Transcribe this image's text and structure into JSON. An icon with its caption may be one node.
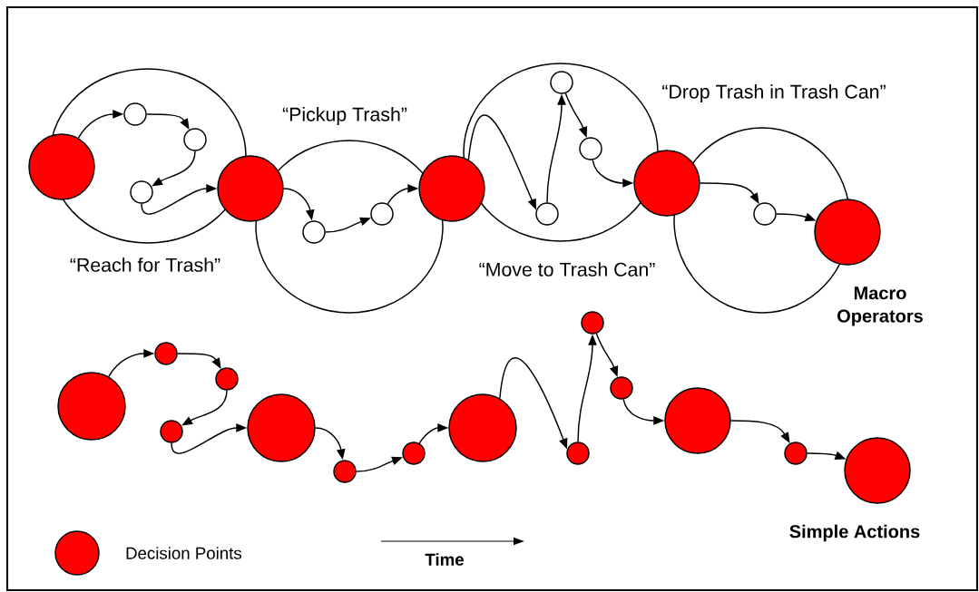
{
  "diagram": {
    "nodes": [
      {
        "text": [
          "“Reach for Trash”"
        ]
      },
      {
        "text": [
          "“Pickup Trash”"
        ]
      },
      {
        "text": [
          "“Move to Trash Can”"
        ]
      },
      {
        "text": [
          "“Drop Trash in Trash Can”"
        ]
      },
      {
        "text": [],
        "shape": "circle"
      },
      {
        "text": [],
        "shape": "circle"
      },
      {
        "text": [],
        "shape": "circle"
      },
      {
        "text": [],
        "shape": "circle"
      },
      {
        "text": [],
        "shape": "circle"
      },
      {
        "text": [],
        "shape": "circle",
        "in": 0
      },
      {
        "text": [],
        "shape": "circle",
        "in": 0
      },
      {
        "text": [],
        "shape": "circle",
        "in": 0
      },
      {
        "text": [],
        "shape": "circle",
        "in": 1
      },
      {
        "text": [],
        "shape": "circle",
        "in": 1
      },
      {
        "text": [],
        "shape": "circle",
        "in": 2
      },
      {
        "text": [],
        "shape": "circle",
        "in": 2
      },
      {
        "text": [],
        "shape": "circle",
        "in": 2
      },
      {
        "text": [],
        "shape": "circle",
        "in": 3
      },
      {
        "text": [],
        "shape": "circle"
      },
      {
        "text": [],
        "shape": "circle"
      },
      {
        "text": [],
        "shape": "circle"
      },
      {
        "text": [],
        "shape": "circle"
      },
      {
        "text": [],
        "shape": "circle"
      },
      {
        "text": [],
        "shape": "circle"
      },
      {
        "text": [],
        "shape": "circle"
      },
      {
        "text": [],
        "shape": "circle"
      },
      {
        "text": [],
        "shape": "circle"
      },
      {
        "text": [],
        "shape": "circle"
      },
      {
        "text": [],
        "shape": "circle"
      },
      {
        "text": [],
        "shape": "circle"
      },
      {
        "text": [],
        "shape": "circle"
      },
      {
        "text": [],
        "shape": "circle"
      }
    ],
    "edges": [
      {
        "from": 4,
        "to": 9,
        "arrow": "to"
      },
      {
        "from": 9,
        "to": 10,
        "arrow": "to"
      },
      {
        "from": 10,
        "to": 11,
        "arrow": "to"
      },
      {
        "from": 11,
        "to": 5,
        "arrow": "to"
      },
      {
        "from": 5,
        "to": 12,
        "arrow": "to"
      },
      {
        "from": 12,
        "to": 13,
        "arrow": "to"
      },
      {
        "from": 13,
        "to": 6,
        "arrow": "to"
      },
      {
        "from": 6,
        "to": 14,
        "arrow": "to"
      },
      {
        "from": 14,
        "to": 15,
        "arrow": "to"
      },
      {
        "from": 15,
        "to": 16,
        "arrow": "to"
      },
      {
        "from": 16,
        "to": 7,
        "arrow": "to"
      },
      {
        "from": 7,
        "to": 17,
        "arrow": "to"
      },
      {
        "from": 17,
        "to": 8,
        "arrow": "to"
      },
      {
        "from": 18,
        "to": 19,
        "arrow": "to"
      },
      {
        "from": 19,
        "to": 20,
        "arrow": "to"
      },
      {
        "from": 20,
        "to": 21,
        "arrow": "to"
      },
      {
        "from": 21,
        "to": 22,
        "arrow": "to"
      },
      {
        "from": 22,
        "to": 23,
        "arrow": "to"
      },
      {
        "from": 23,
        "to": 24,
        "arrow": "to"
      },
      {
        "from": 24,
        "to": 25,
        "arrow": "to"
      },
      {
        "from": 25,
        "to": 26,
        "arrow": "to"
      },
      {
        "from": 26,
        "to": 27,
        "arrow": "to"
      },
      {
        "from": 27,
        "to": 28,
        "arrow": "to"
      },
      {
        "from": 28,
        "to": 29,
        "arrow": "to"
      },
      {
        "from": 29,
        "to": 30,
        "arrow": "to"
      },
      {
        "from": 30,
        "to": 31,
        "arrow": "to"
      }
    ],
    "labels": [
      "Macro Operators",
      "Simple Actions",
      "Time"
    ],
    "legend": [
      {
        "text": "Decision Points",
        "color": "#ff0000"
      }
    ]
  }
}
